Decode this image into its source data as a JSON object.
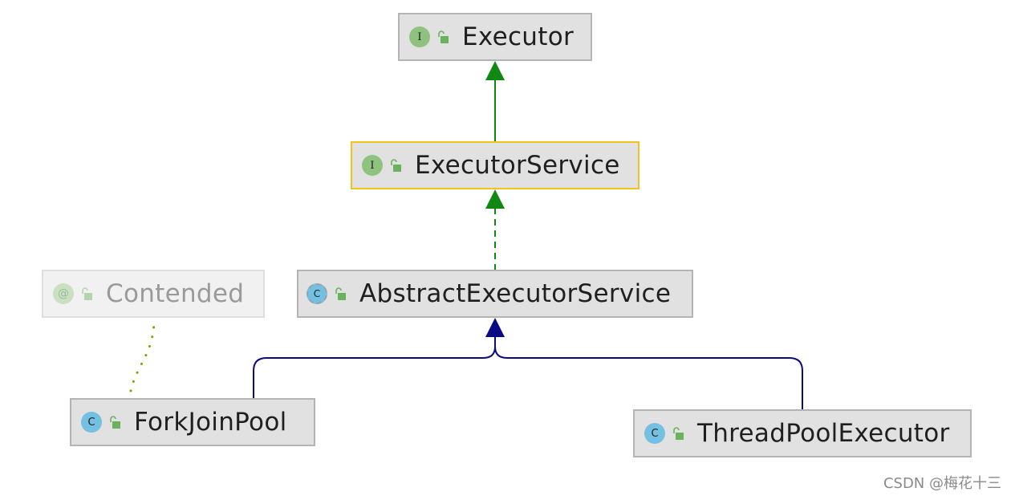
{
  "diagram": {
    "nodes": [
      {
        "id": "executor",
        "kind": "interface",
        "kind_glyph": "I",
        "label": "Executor"
      },
      {
        "id": "executor-service",
        "kind": "interface",
        "kind_glyph": "I",
        "label": "ExecutorService",
        "selected": true
      },
      {
        "id": "contended",
        "kind": "annotation",
        "kind_glyph": "@",
        "label": "Contended",
        "faded": true
      },
      {
        "id": "abstract-executor-service",
        "kind": "abstract",
        "kind_glyph": "C",
        "label": "AbstractExecutorService"
      },
      {
        "id": "fork-join-pool",
        "kind": "class",
        "kind_glyph": "C",
        "label": "ForkJoinPool"
      },
      {
        "id": "thread-pool-executor",
        "kind": "class",
        "kind_glyph": "C",
        "label": "ThreadPoolExecutor"
      }
    ],
    "edges": [
      {
        "from": "executor-service",
        "to": "executor",
        "type": "interface-extends",
        "color": "#118811"
      },
      {
        "from": "abstract-executor-service",
        "to": "executor-service",
        "type": "implements",
        "color": "#118811"
      },
      {
        "from": "fork-join-pool",
        "to": "abstract-executor-service",
        "type": "extends",
        "color": "#0a0a85"
      },
      {
        "from": "thread-pool-executor",
        "to": "abstract-executor-service",
        "type": "extends",
        "color": "#0a0a85"
      },
      {
        "from": "fork-join-pool",
        "to": "contended",
        "type": "annotated-by",
        "color": "#8a9a00"
      }
    ]
  },
  "watermark": "CSDN @梅花十三"
}
